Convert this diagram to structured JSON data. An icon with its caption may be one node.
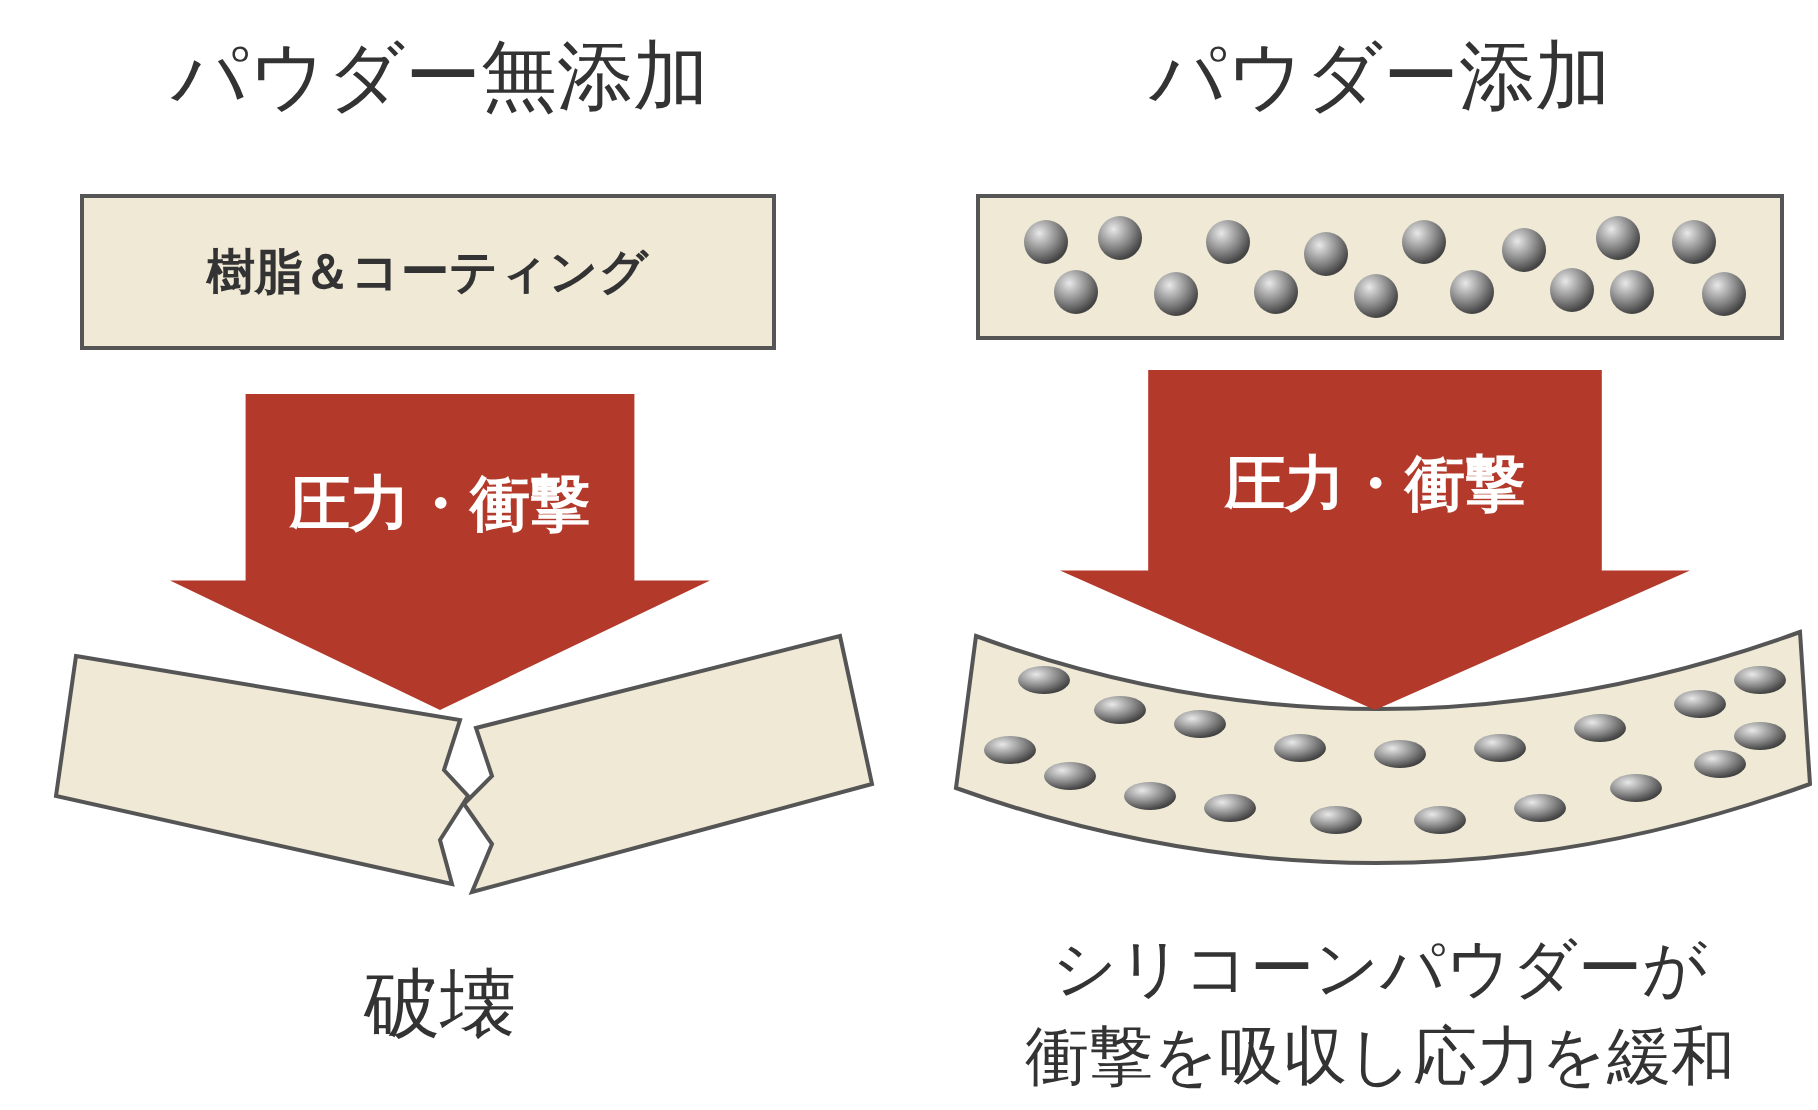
{
  "diagram": {
    "nodes": [
      {
        "text": [
          "樹脂＆コーティング"
        ]
      },
      {
        "text": [
          "圧力・衝撃"
        ]
      },
      {
        "text": [],
        "shape": "box"
      },
      {
        "text": [
          "圧力・衝撃"
        ]
      }
    ],
    "labels": [
      "パウダー無添加",
      "パウダー添加",
      "破壊",
      "シリコーンパウダーが",
      "衝撃を吸収し応力を緩和"
    ]
  }
}
